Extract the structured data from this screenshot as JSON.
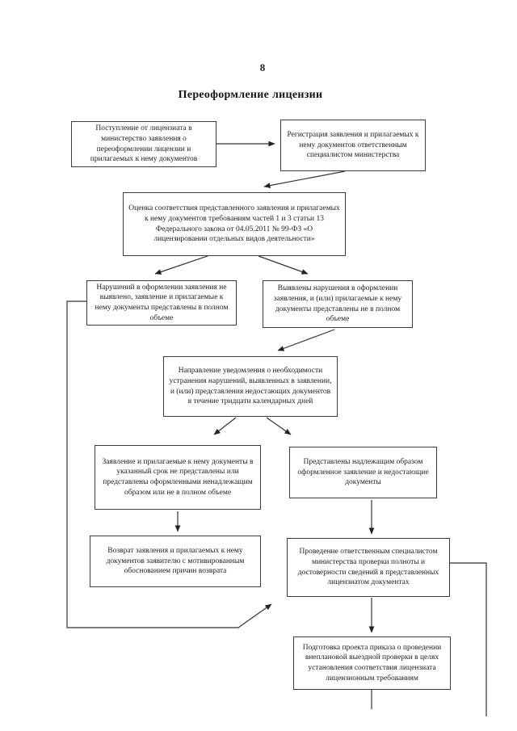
{
  "page": {
    "number": "8",
    "title": "Переоформление лицензии"
  },
  "flowchart": {
    "nodes": {
      "n1": {
        "text": "Поступление от лицензиата в министерство заявления о переоформлении лицензии и прилагаемых к нему документов"
      },
      "n2": {
        "text": "Регистрация заявления и прилагаемых к нему документов ответственным специалистом министерства"
      },
      "n3": {
        "text": "Оценка соответствия представленного заявления и прилагаемых к нему документов требованиям частей 1 и 3 статьи 13 Федерального закона от 04.05.2011 № 99-ФЗ «О лицензировании отдельных видов деятельности»"
      },
      "n4": {
        "text": "Нарушений в оформлении заявления не выявлено, заявление и прилагаемые к нему документы представлены в полном объеме"
      },
      "n5": {
        "text": "Выявлены нарушения в оформлении заявления, и (или) прилагаемые к нему документы представлены не в полном объеме"
      },
      "n6": {
        "text": "Направление уведомления о необходимости устранения нарушений, выявленных в заявлении, и (или) представления недостающих документов в течение тридцати календарных дней"
      },
      "n7": {
        "text": "Заявление и прилагаемые к нему документы в указанный срок не представлены или представлены оформленными ненадлежащим образом или не в полном объеме"
      },
      "n8": {
        "text": "Представлены надлежащим образом оформленное заявление и недостающие документы"
      },
      "n9": {
        "text": "Возврат заявления и прилагаемых к нему документов заявителю с мотивированным обоснованием причин возврата"
      },
      "n10": {
        "text": "Проведение ответственным специалистом министерства проверки полноты и достоверности сведений в представленных лицензиатом документах"
      },
      "n11": {
        "text": "Подготовка проекта приказа о проведении внеплановой выездной проверки в целях установления соответствия лицензиата лицензионным требованиям"
      }
    },
    "colors": {
      "line": "#333333",
      "box_border": "#3c3c3c",
      "text": "#222222",
      "background": "#ffffff"
    }
  }
}
